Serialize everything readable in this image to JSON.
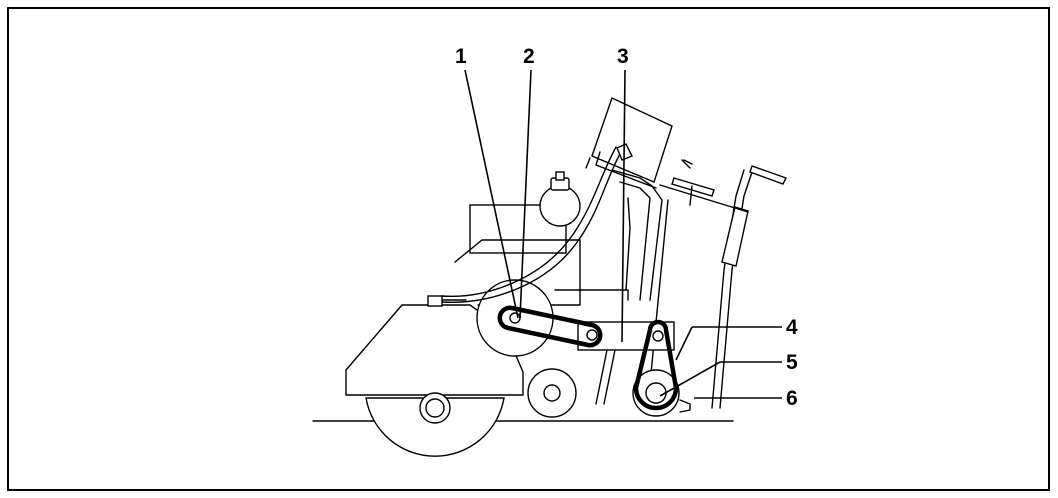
{
  "figure": {
    "callouts": [
      {
        "id": "1",
        "label": "1"
      },
      {
        "id": "2",
        "label": "2"
      },
      {
        "id": "3",
        "label": "3"
      },
      {
        "id": "4",
        "label": "4"
      },
      {
        "id": "5",
        "label": "5"
      },
      {
        "id": "6",
        "label": "6"
      }
    ]
  },
  "colors": {
    "line": "#000000",
    "background": "#ffffff"
  }
}
